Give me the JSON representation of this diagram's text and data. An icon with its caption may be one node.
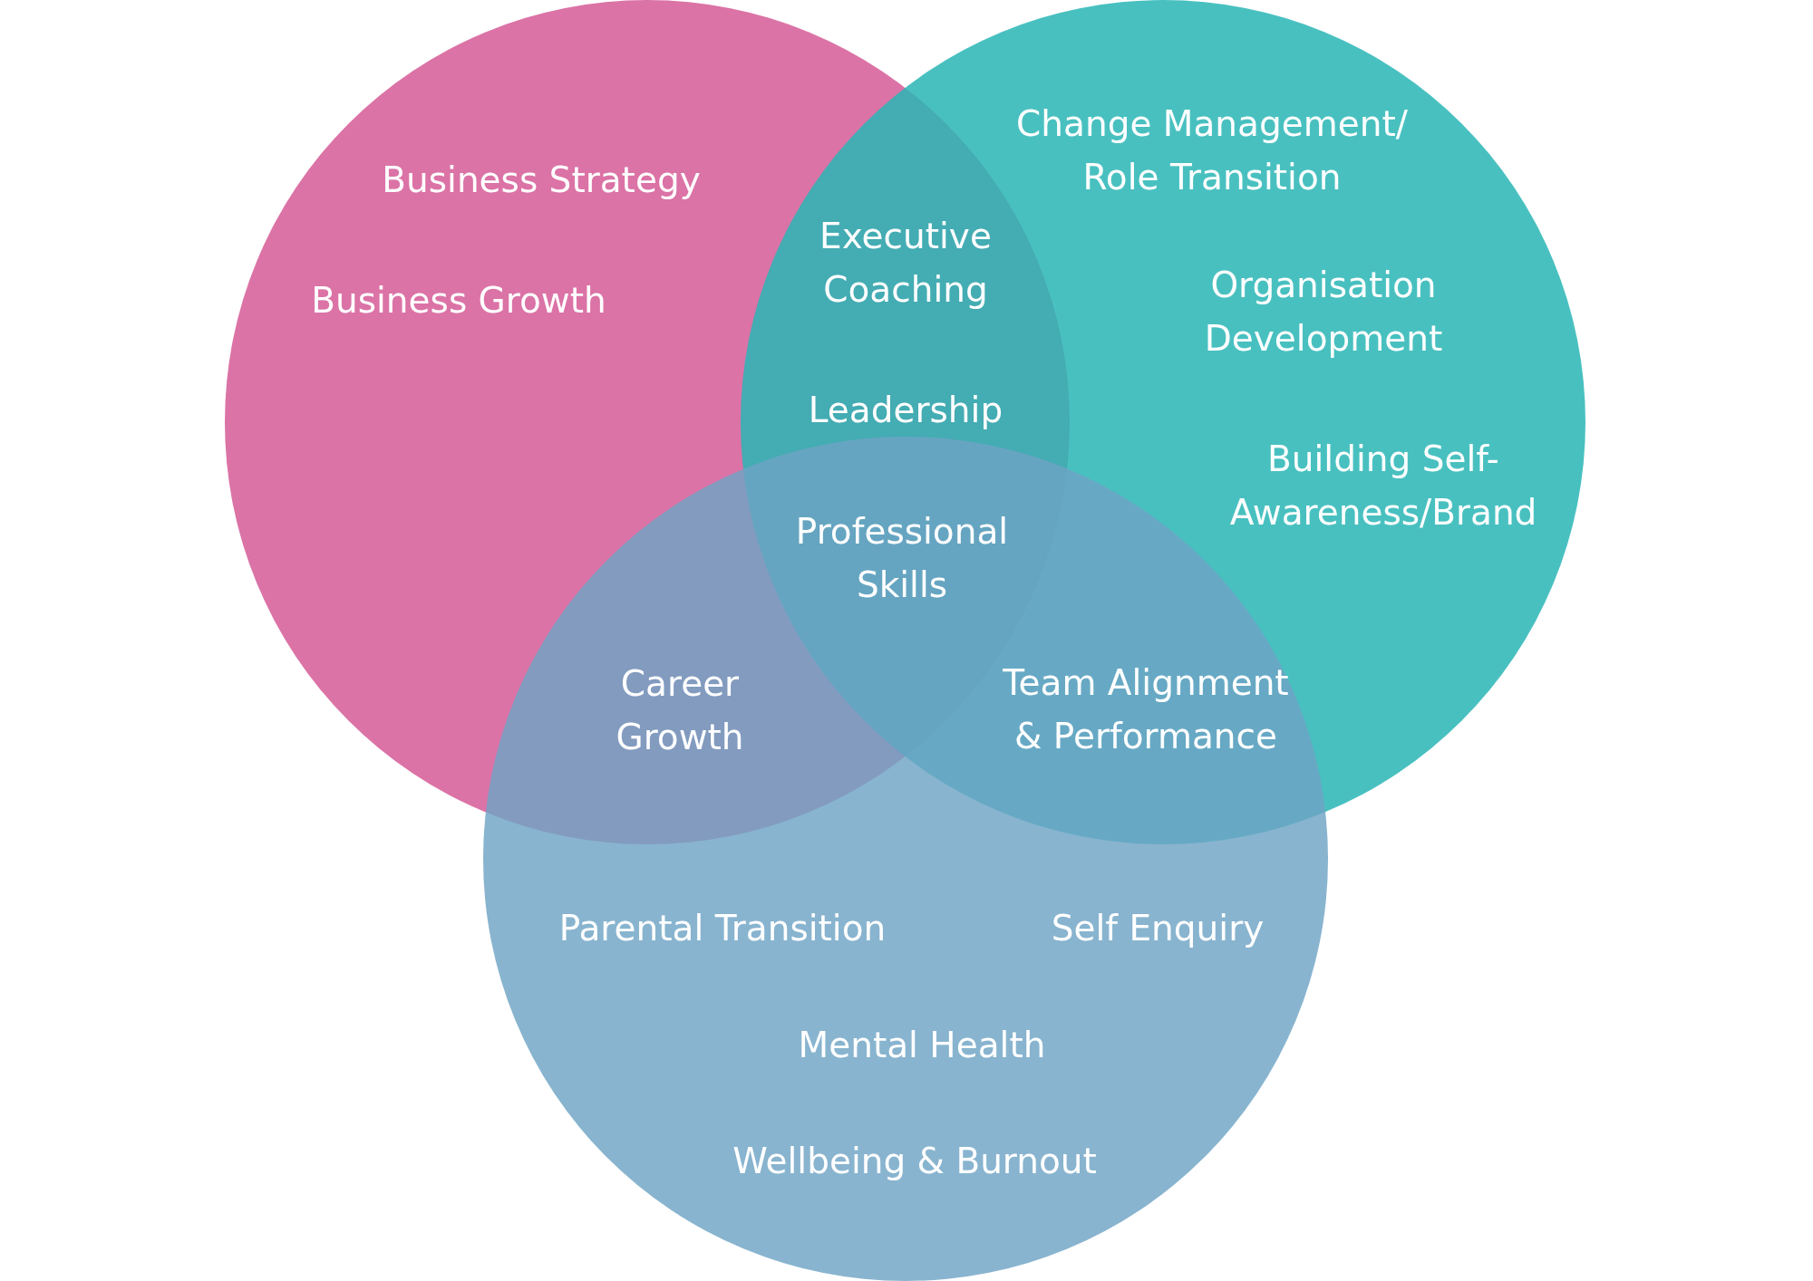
{
  "diagram": {
    "nodes": [
      {
        "text": [],
        "shape": "circle"
      },
      {
        "text": [],
        "shape": "circle"
      },
      {
        "text": [],
        "shape": "circle"
      }
    ],
    "labels": [
      "Business Strategy",
      "Business Growth",
      "Executive Coaching",
      "Change Management/ Role Transition",
      "Organisation Development",
      "Leadership",
      "Building Self-Awareness/Brand",
      "Professional Skills",
      "Career Growth",
      "Team Alignment & Performance",
      "Parental Transition",
      "Self Enquiry",
      "Mental Health",
      "Wellbeing & Burnout"
    ]
  }
}
